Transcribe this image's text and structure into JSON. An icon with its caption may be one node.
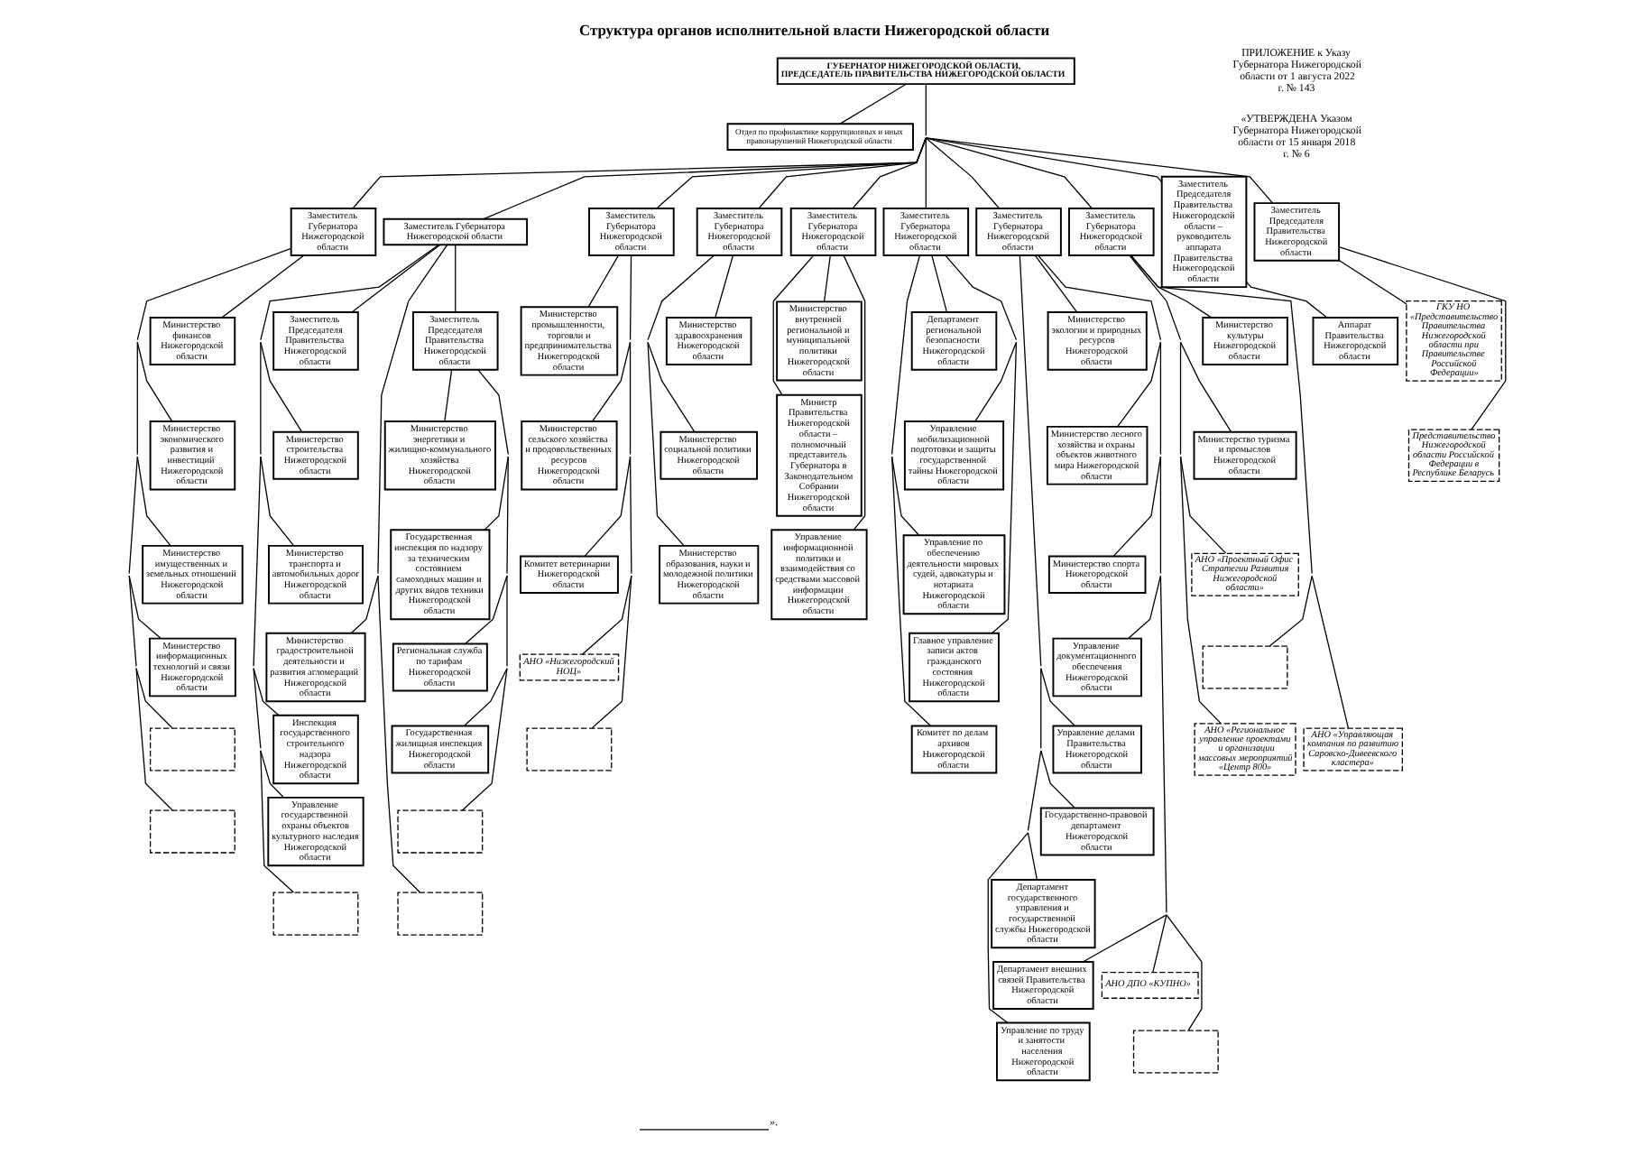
{
  "diagram": {
    "title": "Структура органов исполнительной власти Нижегородской области",
    "nodes": [
      {
        "text": [
          "ГУБЕРНАТОР НИЖЕГОРОДСКОЙ ОБЛАСТИ,",
          "ПРЕДСЕДАТЕЛЬ ПРАВИТЕЛЬСТВА НИЖЕГОРОДСКОЙ ОБЛАСТИ"
        ]
      },
      {
        "text": [
          "Отдел по профилактике коррупционных и иных правонарушений Нижегородской области"
        ]
      },
      {
        "text": [
          "Заместитель Губернатора Нижегородской области"
        ]
      },
      {
        "text": [
          "Заместитель Губернатора Нижегородской области"
        ]
      },
      {
        "text": [
          "Заместитель Председателя Правительства Нижегородской области"
        ]
      },
      {
        "text": [
          "Заместитель Председателя Правительства Нижегородской области"
        ]
      },
      {
        "text": [
          "Заместитель Губернатора Нижегородской области"
        ]
      },
      {
        "text": [
          "Заместитель Губернатора Нижегородской области"
        ]
      },
      {
        "text": [
          "Заместитель Губернатора Нижегородской области"
        ]
      },
      {
        "text": [
          "Заместитель Губернатора Нижегородской области"
        ]
      },
      {
        "text": [
          "Заместитель Губернатора Нижегородской области"
        ]
      },
      {
        "text": [
          "Заместитель Губернатора Нижегородской области"
        ]
      },
      {
        "text": [
          "Заместитель Председателя Правительства Нижегородской области – руководитель аппарата Правительства Нижегородской области"
        ]
      },
      {
        "text": [
          "Заместитель Председателя Правительства Нижегородской области"
        ]
      },
      {
        "text": [
          "Министерство финансов Нижегородской области"
        ]
      },
      {
        "text": [
          "Министерство экономического развития и инвестиций Нижегородской области"
        ]
      },
      {
        "text": [
          "Министерство имущественных и земельных отношений Нижегородской области"
        ]
      },
      {
        "text": [
          "Министерство информационных технологий и связи Нижегородской области"
        ]
      },
      {
        "text": [],
        "shape": "box"
      },
      {
        "text": [],
        "shape": "box"
      },
      {
        "text": [
          "Министерство строительства Нижегородской области"
        ]
      },
      {
        "text": [
          "Министерство транспорта и автомобильных дорог Нижегородской области"
        ]
      },
      {
        "text": [
          "Министерство градостроительной деятельности и развития агломераций Нижегородской области"
        ]
      },
      {
        "text": [
          "Инспекция государственного строительного надзора Нижегородской области"
        ]
      },
      {
        "text": [
          "Управление государственной охраны объектов культурного наследия Нижегородской области"
        ]
      },
      {
        "text": [],
        "shape": "box"
      },
      {
        "text": [],
        "shape": "box"
      },
      {
        "text": [
          "Министерство энергетики и жилищно-коммунального хозяйства Нижегородской области"
        ]
      },
      {
        "text": [
          "Государственная инспекция по надзору за техническим состоянием самоходных машин и других видов техники Нижегородской области"
        ]
      },
      {
        "text": [
          "Региональная служба по тарифам Нижегородской области"
        ]
      },
      {
        "text": [
          "Государственная жилищная инспекция Нижегородской области"
        ]
      },
      {
        "text": [],
        "shape": "box"
      },
      {
        "text": [
          "Министерство промышленности, торговли и предпринимательства Нижегородской области"
        ]
      },
      {
        "text": [
          "Министерство сельского хозяйства и продовольственных ресурсов Нижегородской области"
        ]
      },
      {
        "text": [
          "Комитет ветеринарии Нижегородской области"
        ]
      },
      {
        "text": [
          "АНО «Нижегородский НОЦ»"
        ]
      },
      {
        "text": [],
        "shape": "box"
      },
      {
        "text": [
          "Министерство здравоохранения Нижегородской области"
        ]
      },
      {
        "text": [
          "Министерство социальной политики Нижегородской области"
        ]
      },
      {
        "text": [
          "Министерство образования, науки и молодежной политики Нижегородской области"
        ]
      },
      {
        "text": [
          "Министерство внутренней региональной и муниципальной политики Нижегородской области"
        ]
      },
      {
        "text": [
          "Министр Правительства Нижегородской области – полномочный представитель Губернатора в Законодательном Собрании Нижегородской области"
        ]
      },
      {
        "text": [
          "Управление информационной политики и взаимодействия со средствами массовой информации Нижегородской области"
        ]
      },
      {
        "text": [
          "Департамент региональной безопасности Нижегородской области"
        ]
      },
      {
        "text": [
          "Управление мобилизационной подготовки и защиты государственной тайны Нижегородской области"
        ]
      },
      {
        "text": [
          "Управление по обеспечению деятельности мировых судей, адвокатуры и нотариата Нижегородской области"
        ]
      },
      {
        "text": [
          "Главное управление записи актов гражданского состояния Нижегородской области"
        ]
      },
      {
        "text": [
          "Комитет по делам архивов Нижегородской области"
        ]
      },
      {
        "text": [
          "Министерство экологии и природных ресурсов Нижегородской области"
        ]
      },
      {
        "text": [
          "Министерство лесного хозяйства и охраны объектов животного мира Нижегородской области"
        ]
      },
      {
        "text": [
          "Министерство спорта Нижегородской области"
        ]
      },
      {
        "text": [
          "Управление документационного обеспечения Нижегородской области"
        ]
      },
      {
        "text": [
          "Управление делами Правительства Нижегородской области"
        ]
      },
      {
        "text": [
          "Государственно-правовой департамент Нижегородской области"
        ]
      },
      {
        "text": [
          "Департамент государственного управления и государственной службы Нижегородской области"
        ]
      },
      {
        "text": [
          "Департамент внешних связей Правительства Нижегородской области"
        ]
      },
      {
        "text": [
          "Управление по труду и занятости населения Нижегородской области"
        ]
      },
      {
        "text": [
          "АНО ДПО «КУПНО»"
        ]
      },
      {
        "text": [],
        "shape": "box"
      },
      {
        "text": [
          "Министерство культуры Нижегородской области"
        ]
      },
      {
        "text": [
          "Министерство туризма и промыслов Нижегородской области"
        ]
      },
      {
        "text": [
          "АНО «Проектный Офис Стратегии Развития Нижегородской области»"
        ]
      },
      {
        "text": [],
        "shape": "box"
      },
      {
        "text": [
          "АНО «Региональное управление проектами и организации массовых мероприятий «Центр 800»"
        ]
      },
      {
        "text": [
          "АНО «Управляющая компания по развитию Саровско-Дивеевского кластера»"
        ]
      },
      {
        "text": [
          "Аппарат Правительства Нижегородской области"
        ]
      },
      {
        "text": [
          "ГКУ НО «Представительство Правительства Нижегородской области при Правительстве Российской Федерации»"
        ]
      },
      {
        "text": [
          "Представительство Нижегородской области Российской Федерации в Республике Беларусь"
        ]
      }
    ],
    "edges": [
      {
        "from": 0,
        "to": 1,
        "arrow": "none"
      },
      {
        "from": 0,
        "to": 2,
        "arrow": "none"
      },
      {
        "from": 0,
        "to": 3,
        "arrow": "none"
      },
      {
        "from": 0,
        "to": 6,
        "arrow": "none"
      },
      {
        "from": 0,
        "to": 7,
        "arrow": "none"
      },
      {
        "from": 0,
        "to": 8,
        "arrow": "none"
      },
      {
        "from": 0,
        "to": 9,
        "arrow": "none"
      },
      {
        "from": 0,
        "to": 10,
        "arrow": "none"
      },
      {
        "from": 0,
        "to": 11,
        "arrow": "none"
      },
      {
        "from": 0,
        "to": 12,
        "arrow": "none"
      },
      {
        "from": 0,
        "to": 13,
        "arrow": "none"
      },
      {
        "from": 3,
        "to": 4,
        "arrow": "none"
      },
      {
        "from": 3,
        "to": 5,
        "arrow": "none"
      },
      {
        "from": 2,
        "to": 14,
        "arrow": "none"
      },
      {
        "from": 2,
        "to": 15,
        "arrow": "none"
      },
      {
        "from": 2,
        "to": 16,
        "arrow": "none"
      },
      {
        "from": 2,
        "to": 17,
        "arrow": "none"
      },
      {
        "from": 2,
        "to": 18,
        "arrow": "none"
      },
      {
        "from": 2,
        "to": 19,
        "arrow": "none"
      },
      {
        "from": 3,
        "to": 20,
        "arrow": "none"
      },
      {
        "from": 3,
        "to": 21,
        "arrow": "none"
      },
      {
        "from": 3,
        "to": 22,
        "arrow": "none"
      },
      {
        "from": 3,
        "to": 23,
        "arrow": "none"
      },
      {
        "from": 3,
        "to": 24,
        "arrow": "none"
      },
      {
        "from": 3,
        "to": 25,
        "arrow": "none"
      },
      {
        "from": 3,
        "to": 26,
        "arrow": "none"
      },
      {
        "from": 5,
        "to": 27,
        "arrow": "none"
      },
      {
        "from": 5,
        "to": 28,
        "arrow": "none"
      },
      {
        "from": 5,
        "to": 29,
        "arrow": "none"
      },
      {
        "from": 5,
        "to": 30,
        "arrow": "none"
      },
      {
        "from": 5,
        "to": 31,
        "arrow": "none"
      },
      {
        "from": 6,
        "to": 32,
        "arrow": "none"
      },
      {
        "from": 6,
        "to": 33,
        "arrow": "none"
      },
      {
        "from": 6,
        "to": 34,
        "arrow": "none"
      },
      {
        "from": 6,
        "to": 35,
        "arrow": "none"
      },
      {
        "from": 6,
        "to": 36,
        "arrow": "none"
      },
      {
        "from": 7,
        "to": 37,
        "arrow": "none"
      },
      {
        "from": 7,
        "to": 38,
        "arrow": "none"
      },
      {
        "from": 7,
        "to": 39,
        "arrow": "none"
      },
      {
        "from": 8,
        "to": 40,
        "arrow": "none"
      },
      {
        "from": 8,
        "to": 41,
        "arrow": "none"
      },
      {
        "from": 8,
        "to": 42,
        "arrow": "none"
      },
      {
        "from": 9,
        "to": 43,
        "arrow": "none"
      },
      {
        "from": 9,
        "to": 44,
        "arrow": "none"
      },
      {
        "from": 9,
        "to": 45,
        "arrow": "none"
      },
      {
        "from": 9,
        "to": 46,
        "arrow": "none"
      },
      {
        "from": 9,
        "to": 47,
        "arrow": "none"
      },
      {
        "from": 10,
        "to": 48,
        "arrow": "none"
      },
      {
        "from": 10,
        "to": 49,
        "arrow": "none"
      },
      {
        "from": 10,
        "to": 50,
        "arrow": "none"
      },
      {
        "from": 10,
        "to": 51,
        "arrow": "none"
      },
      {
        "from": 10,
        "to": 52,
        "arrow": "none"
      },
      {
        "from": 10,
        "to": 53,
        "arrow": "none"
      },
      {
        "from": 10,
        "to": 54,
        "arrow": "none"
      },
      {
        "from": 10,
        "to": 55,
        "arrow": "none"
      },
      {
        "from": 10,
        "to": 56,
        "arrow": "none"
      },
      {
        "from": 10,
        "to": 57,
        "arrow": "none"
      },
      {
        "from": 10,
        "to": 58,
        "arrow": "none"
      },
      {
        "from": 11,
        "to": 59,
        "arrow": "none"
      },
      {
        "from": 11,
        "to": 60,
        "arrow": "none"
      },
      {
        "from": 11,
        "to": 61,
        "arrow": "none"
      },
      {
        "from": 11,
        "to": 62,
        "arrow": "none"
      },
      {
        "from": 11,
        "to": 63,
        "arrow": "none"
      },
      {
        "from": 11,
        "to": 64,
        "arrow": "none"
      },
      {
        "from": 12,
        "to": 65,
        "arrow": "none"
      },
      {
        "from": 13,
        "to": 66,
        "arrow": "none"
      },
      {
        "from": 13,
        "to": 67,
        "arrow": "none"
      }
    ],
    "labels": [
      "ПРИЛОЖЕНИЕ к Указу Губернатора Нижегородской области от 1 августа 2022 г. № 143",
      "«УТВЕРЖДЕНА Указом Губернатора Нижегородской области от 15 января 2018 г. № 6",
      "»."
    ]
  }
}
